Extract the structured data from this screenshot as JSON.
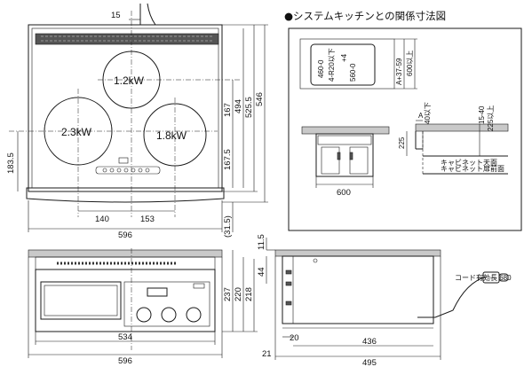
{
  "section_title": "●システムキッチンとの関係寸法図",
  "burners": {
    "rear": "1.2kW",
    "left": "2.3kW",
    "right": "1.8kW"
  },
  "top_view_dims": {
    "d15": "15",
    "w140": "140",
    "w153": "153",
    "w596": "596",
    "h167": "167",
    "h167_5": "167.5",
    "h494": "494",
    "h525_5": "525.5",
    "h546": "546",
    "h183_5": "183.5",
    "h31_5": "(31.5)"
  },
  "front_view_dims": {
    "w534": "534",
    "w596": "596",
    "h237": "237",
    "h220": "220",
    "h218": "218",
    "h44": "44",
    "h11_5": "11.5"
  },
  "side_view_dims": {
    "d20": "20",
    "d21": "21",
    "d436": "436",
    "d495": "495",
    "cord": "コード有効長 680"
  },
  "kitchen_dims": {
    "cut_a": "4-R20以下",
    "cut_b": "460-0",
    "cut_c": "+4",
    "cut_d": "560-0",
    "right_a": "A+37-59",
    "right_b": "600以上",
    "sec_40": "40以下",
    "sec_a": "A",
    "sec_15_40": "15-40",
    "sec_225up": "225以上",
    "sec_225": "225",
    "cab_top": "キャビネット天面",
    "cab_front": "キャビネット扉前面",
    "w600": "600"
  }
}
